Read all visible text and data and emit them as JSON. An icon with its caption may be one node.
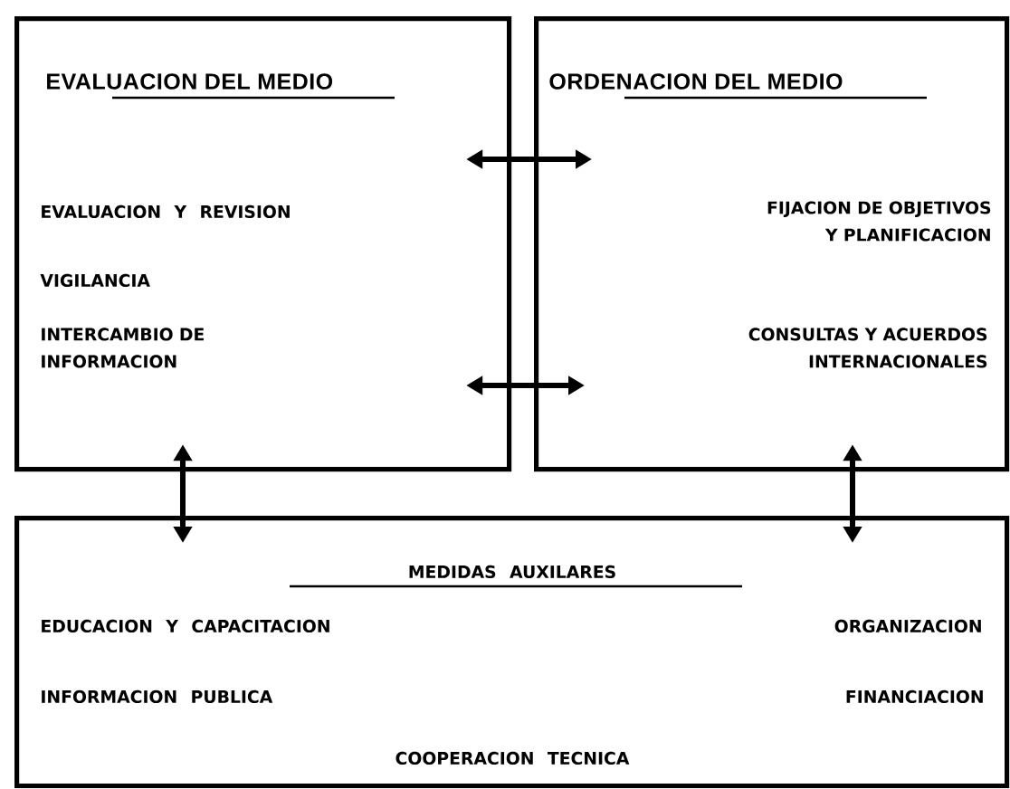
{
  "diagram": {
    "nodes": [
      {
        "text": [
          "EVALUACION DEL MEDIO",
          "EVALUACION Y REVISION",
          "VIGILANCIA",
          "INTERCAMBIO DE INFORMACION"
        ]
      },
      {
        "text": [
          "ORDENACION DEL MEDIO",
          "FIJACION DE OBJETIVOS Y PLANIFICACION",
          "CONSULTAS Y ACUERDOS INTERNACIONALES"
        ]
      },
      {
        "text": [
          "MEDIDAS AUXILARES",
          "EDUCACION Y CAPACITACION",
          "ORGANIZACION",
          "INFORMACION PUBLICA",
          "FINANCIACION",
          "COOPERACION TECNICA"
        ]
      }
    ],
    "edges": [
      {
        "from": 0,
        "to": 1,
        "arrow": "both"
      },
      {
        "from": 0,
        "to": 1,
        "arrow": "both"
      },
      {
        "from": 0,
        "to": 2,
        "arrow": "both"
      },
      {
        "from": 1,
        "to": 2,
        "arrow": "both"
      }
    ]
  }
}
